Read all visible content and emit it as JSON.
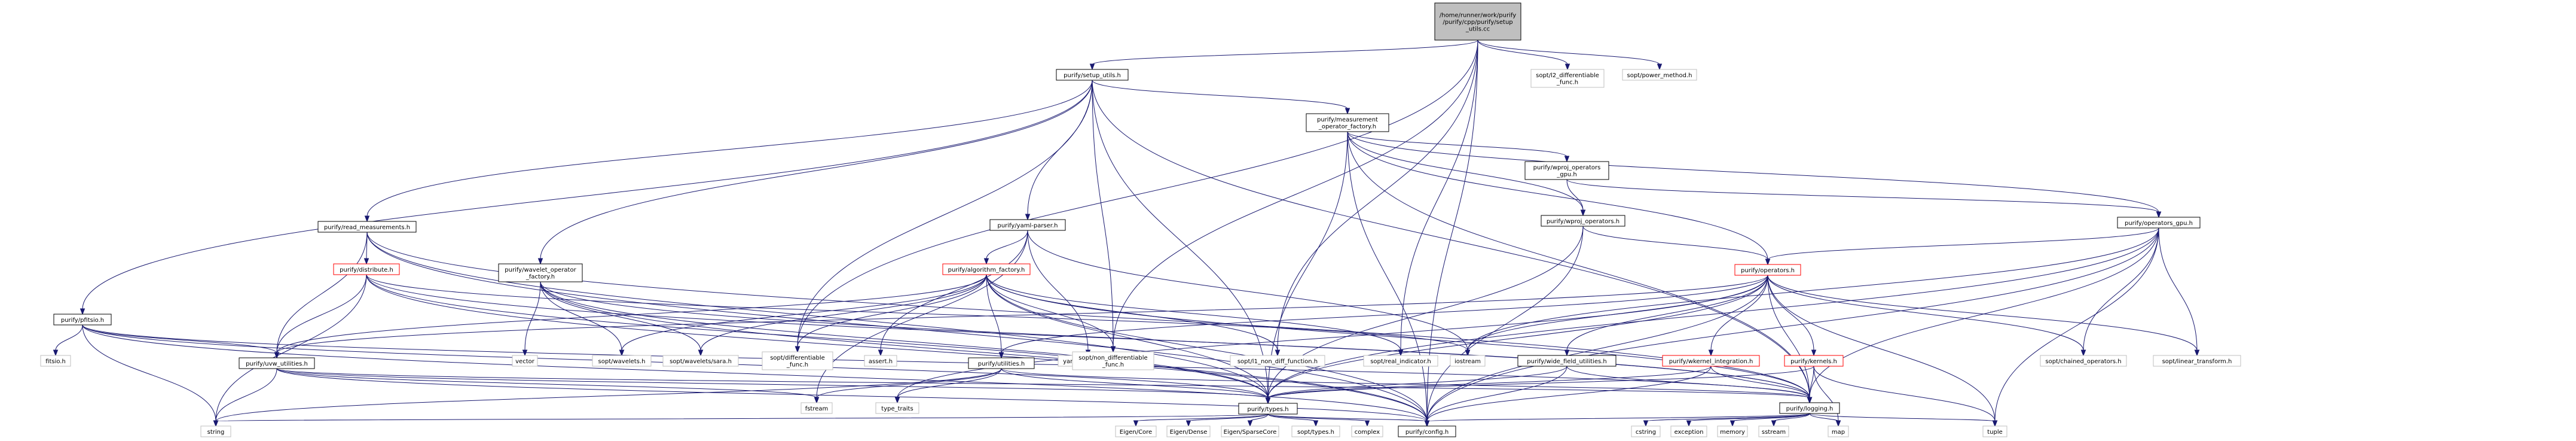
{
  "colors": {
    "edge": "#191970",
    "root_fill": "#bfbfbf",
    "documented_border": "#000000",
    "undocumented_border": "#bfbfbf",
    "truncated_border": "#ff0000",
    "text": "#000000"
  },
  "graph": {
    "nodes": [
      {
        "id": "root",
        "lines": [
          "/home/runner/work/purify",
          "/purify/cpp/purify/setup",
          "_utils.cc"
        ],
        "style": "root"
      },
      {
        "id": "setup_utils",
        "lines": [
          "purify/setup_utils.h"
        ],
        "style": "doc"
      },
      {
        "id": "l2_diff",
        "lines": [
          "sopt/l2_differentiable",
          "_func.h"
        ],
        "style": "ext"
      },
      {
        "id": "power_method",
        "lines": [
          "sopt/power_method.h"
        ],
        "style": "ext"
      },
      {
        "id": "pfitsio",
        "lines": [
          "purify/pfitsio.h"
        ],
        "style": "doc"
      },
      {
        "id": "read_measurements",
        "lines": [
          "purify/read_measurements.h"
        ],
        "style": "doc"
      },
      {
        "id": "wavelet_factory",
        "lines": [
          "purify/wavelet_operator",
          "_factory.h"
        ],
        "style": "doc"
      },
      {
        "id": "yaml_parser",
        "lines": [
          "purify/yaml-parser.h"
        ],
        "style": "doc"
      },
      {
        "id": "measurement_factory",
        "lines": [
          "purify/measurement",
          "_operator_factory.h"
        ],
        "style": "doc"
      },
      {
        "id": "wproj_gpu",
        "lines": [
          "purify/wproj_operators",
          "_gpu.h"
        ],
        "style": "doc"
      },
      {
        "id": "operators_gpu",
        "lines": [
          "purify/operators_gpu.h"
        ],
        "style": "doc"
      },
      {
        "id": "wproj",
        "lines": [
          "purify/wproj_operators.h"
        ],
        "style": "doc"
      },
      {
        "id": "operators",
        "lines": [
          "purify/operators.h"
        ],
        "style": "trunc"
      },
      {
        "id": "distribute",
        "lines": [
          "purify/distribute.h"
        ],
        "style": "trunc"
      },
      {
        "id": "algorithm_factory",
        "lines": [
          "purify/algorithm_factory.h"
        ],
        "style": "trunc"
      },
      {
        "id": "fitsio",
        "lines": [
          "fitsio.h"
        ],
        "style": "ext"
      },
      {
        "id": "uvw",
        "lines": [
          "purify/uvw_utilities.h"
        ],
        "style": "doc"
      },
      {
        "id": "vector",
        "lines": [
          "vector"
        ],
        "style": "ext"
      },
      {
        "id": "wavelets",
        "lines": [
          "sopt/wavelets.h"
        ],
        "style": "ext"
      },
      {
        "id": "wavelets_sara",
        "lines": [
          "sopt/wavelets/sara.h"
        ],
        "style": "ext"
      },
      {
        "id": "diff_func",
        "lines": [
          "sopt/differentiable",
          "_func.h"
        ],
        "style": "ext"
      },
      {
        "id": "assert",
        "lines": [
          "assert.h"
        ],
        "style": "ext"
      },
      {
        "id": "yamlcpp",
        "lines": [
          "yaml-cpp/yaml.h"
        ],
        "style": "ext"
      },
      {
        "id": "utilities",
        "lines": [
          "purify/utilities.h"
        ],
        "style": "doc"
      },
      {
        "id": "non_diff",
        "lines": [
          "sopt/non_differentiable",
          "_func.h"
        ],
        "style": "ext"
      },
      {
        "id": "l1_non_diff",
        "lines": [
          "sopt/l1_non_diff_function.h"
        ],
        "style": "ext"
      },
      {
        "id": "real_indicator",
        "lines": [
          "sopt/real_indicator.h"
        ],
        "style": "ext"
      },
      {
        "id": "iostream",
        "lines": [
          "iostream"
        ],
        "style": "ext"
      },
      {
        "id": "wide_field",
        "lines": [
          "purify/wide_field_utilities.h"
        ],
        "style": "doc"
      },
      {
        "id": "wkernel",
        "lines": [
          "purify/wkernel_integration.h"
        ],
        "style": "trunc"
      },
      {
        "id": "kernels",
        "lines": [
          "purify/kernels.h"
        ],
        "style": "trunc"
      },
      {
        "id": "chained",
        "lines": [
          "sopt/chained_operators.h"
        ],
        "style": "ext"
      },
      {
        "id": "linear_transform",
        "lines": [
          "sopt/linear_transform.h"
        ],
        "style": "ext"
      },
      {
        "id": "fstream",
        "lines": [
          "fstream"
        ],
        "style": "ext"
      },
      {
        "id": "type_traits",
        "lines": [
          "type_traits"
        ],
        "style": "ext"
      },
      {
        "id": "types",
        "lines": [
          "purify/types.h"
        ],
        "style": "doc"
      },
      {
        "id": "logging",
        "lines": [
          "purify/logging.h"
        ],
        "style": "doc"
      },
      {
        "id": "string",
        "lines": [
          "string"
        ],
        "style": "ext"
      },
      {
        "id": "eigen_core",
        "lines": [
          "Eigen/Core"
        ],
        "style": "ext"
      },
      {
        "id": "eigen_dense",
        "lines": [
          "Eigen/Dense"
        ],
        "style": "ext"
      },
      {
        "id": "eigen_sparse",
        "lines": [
          "Eigen/SparseCore"
        ],
        "style": "ext"
      },
      {
        "id": "sopt_types",
        "lines": [
          "sopt/types.h"
        ],
        "style": "ext"
      },
      {
        "id": "complex",
        "lines": [
          "complex"
        ],
        "style": "ext"
      },
      {
        "id": "config",
        "lines": [
          "purify/config.h"
        ],
        "style": "doc"
      },
      {
        "id": "cstring",
        "lines": [
          "cstring"
        ],
        "style": "ext"
      },
      {
        "id": "exception",
        "lines": [
          "exception"
        ],
        "style": "ext"
      },
      {
        "id": "memory",
        "lines": [
          "memory"
        ],
        "style": "ext"
      },
      {
        "id": "sstream",
        "lines": [
          "sstream"
        ],
        "style": "ext"
      },
      {
        "id": "map",
        "lines": [
          "map"
        ],
        "style": "ext"
      },
      {
        "id": "tuple",
        "lines": [
          "tuple"
        ],
        "style": "ext"
      }
    ],
    "edges": [
      [
        "root",
        "setup_utils"
      ],
      [
        "root",
        "l2_diff"
      ],
      [
        "root",
        "power_method"
      ],
      [
        "root",
        "diff_func"
      ],
      [
        "root",
        "non_diff"
      ],
      [
        "root",
        "l1_non_diff"
      ],
      [
        "root",
        "real_indicator"
      ],
      [
        "root",
        "config"
      ],
      [
        "setup_utils",
        "pfitsio"
      ],
      [
        "setup_utils",
        "read_measurements"
      ],
      [
        "setup_utils",
        "wavelet_factory"
      ],
      [
        "setup_utils",
        "yaml_parser"
      ],
      [
        "setup_utils",
        "measurement_factory"
      ],
      [
        "setup_utils",
        "diff_func"
      ],
      [
        "setup_utils",
        "non_diff"
      ],
      [
        "setup_utils",
        "types"
      ],
      [
        "setup_utils",
        "logging"
      ],
      [
        "pfitsio",
        "fitsio"
      ],
      [
        "pfitsio",
        "uvw"
      ],
      [
        "pfitsio",
        "types"
      ],
      [
        "pfitsio",
        "logging"
      ],
      [
        "pfitsio",
        "config"
      ],
      [
        "pfitsio",
        "string"
      ],
      [
        "read_measurements",
        "distribute"
      ],
      [
        "read_measurements",
        "uvw"
      ],
      [
        "read_measurements",
        "types"
      ],
      [
        "read_measurements",
        "logging"
      ],
      [
        "read_measurements",
        "config"
      ],
      [
        "distribute",
        "uvw"
      ],
      [
        "distribute",
        "types"
      ],
      [
        "distribute",
        "logging"
      ],
      [
        "distribute",
        "string"
      ],
      [
        "distribute",
        "iostream"
      ],
      [
        "distribute",
        "config"
      ],
      [
        "wavelet_factory",
        "vector"
      ],
      [
        "wavelet_factory",
        "wavelets"
      ],
      [
        "wavelet_factory",
        "wavelets_sara"
      ],
      [
        "wavelet_factory",
        "types"
      ],
      [
        "wavelet_factory",
        "logging"
      ],
      [
        "wavelet_factory",
        "config"
      ],
      [
        "yaml_parser",
        "assert"
      ],
      [
        "yaml_parser",
        "yamlcpp"
      ],
      [
        "yaml_parser",
        "algorithm_factory"
      ],
      [
        "yaml_parser",
        "fstream"
      ],
      [
        "yaml_parser",
        "iostream"
      ],
      [
        "algorithm_factory",
        "uvw"
      ],
      [
        "algorithm_factory",
        "utilities"
      ],
      [
        "algorithm_factory",
        "diff_func"
      ],
      [
        "algorithm_factory",
        "non_diff"
      ],
      [
        "algorithm_factory",
        "l1_non_diff"
      ],
      [
        "algorithm_factory",
        "real_indicator"
      ],
      [
        "algorithm_factory",
        "wavelets"
      ],
      [
        "algorithm_factory",
        "wavelets_sara"
      ],
      [
        "algorithm_factory",
        "types"
      ],
      [
        "algorithm_factory",
        "logging"
      ],
      [
        "algorithm_factory",
        "config"
      ],
      [
        "measurement_factory",
        "wproj_gpu"
      ],
      [
        "measurement_factory",
        "operators_gpu"
      ],
      [
        "measurement_factory",
        "wproj"
      ],
      [
        "measurement_factory",
        "operators"
      ],
      [
        "measurement_factory",
        "types"
      ],
      [
        "measurement_factory",
        "logging"
      ],
      [
        "measurement_factory",
        "config"
      ],
      [
        "wproj_gpu",
        "operators_gpu"
      ],
      [
        "wproj_gpu",
        "wproj"
      ],
      [
        "operators_gpu",
        "operators"
      ],
      [
        "operators_gpu",
        "chained"
      ],
      [
        "operators_gpu",
        "linear_transform"
      ],
      [
        "operators_gpu",
        "iostream"
      ],
      [
        "operators_gpu",
        "types"
      ],
      [
        "operators_gpu",
        "logging"
      ],
      [
        "operators_gpu",
        "config"
      ],
      [
        "operators_gpu",
        "tuple"
      ],
      [
        "wproj",
        "operators"
      ],
      [
        "wproj",
        "types"
      ],
      [
        "wproj",
        "config"
      ],
      [
        "operators",
        "uvw"
      ],
      [
        "operators",
        "utilities"
      ],
      [
        "operators",
        "wide_field"
      ],
      [
        "operators",
        "wkernel"
      ],
      [
        "operators",
        "kernels"
      ],
      [
        "operators",
        "chained"
      ],
      [
        "operators",
        "linear_transform"
      ],
      [
        "operators",
        "iostream"
      ],
      [
        "operators",
        "types"
      ],
      [
        "operators",
        "logging"
      ],
      [
        "operators",
        "config"
      ],
      [
        "operators",
        "tuple"
      ],
      [
        "operators",
        "type_traits"
      ],
      [
        "uvw",
        "fstream"
      ],
      [
        "uvw",
        "types"
      ],
      [
        "uvw",
        "logging"
      ],
      [
        "uvw",
        "string"
      ],
      [
        "uvw",
        "config"
      ],
      [
        "utilities",
        "fstream"
      ],
      [
        "utilities",
        "type_traits"
      ],
      [
        "utilities",
        "string"
      ],
      [
        "utilities",
        "types"
      ],
      [
        "utilities",
        "logging"
      ],
      [
        "wide_field",
        "types"
      ],
      [
        "wide_field",
        "logging"
      ],
      [
        "wide_field",
        "config"
      ],
      [
        "wkernel",
        "types"
      ],
      [
        "wkernel",
        "logging"
      ],
      [
        "wkernel",
        "config"
      ],
      [
        "kernels",
        "types"
      ],
      [
        "kernels",
        "logging"
      ],
      [
        "kernels",
        "map"
      ],
      [
        "kernels",
        "tuple"
      ],
      [
        "types",
        "eigen_core"
      ],
      [
        "types",
        "eigen_dense"
      ],
      [
        "types",
        "eigen_sparse"
      ],
      [
        "types",
        "sopt_types"
      ],
      [
        "types",
        "complex"
      ],
      [
        "types",
        "config"
      ],
      [
        "types",
        "string"
      ],
      [
        "logging",
        "cstring"
      ],
      [
        "logging",
        "exception"
      ],
      [
        "logging",
        "memory"
      ],
      [
        "logging",
        "sstream"
      ],
      [
        "logging",
        "map"
      ],
      [
        "logging",
        "config"
      ],
      [
        "logging",
        "tuple"
      ]
    ]
  }
}
